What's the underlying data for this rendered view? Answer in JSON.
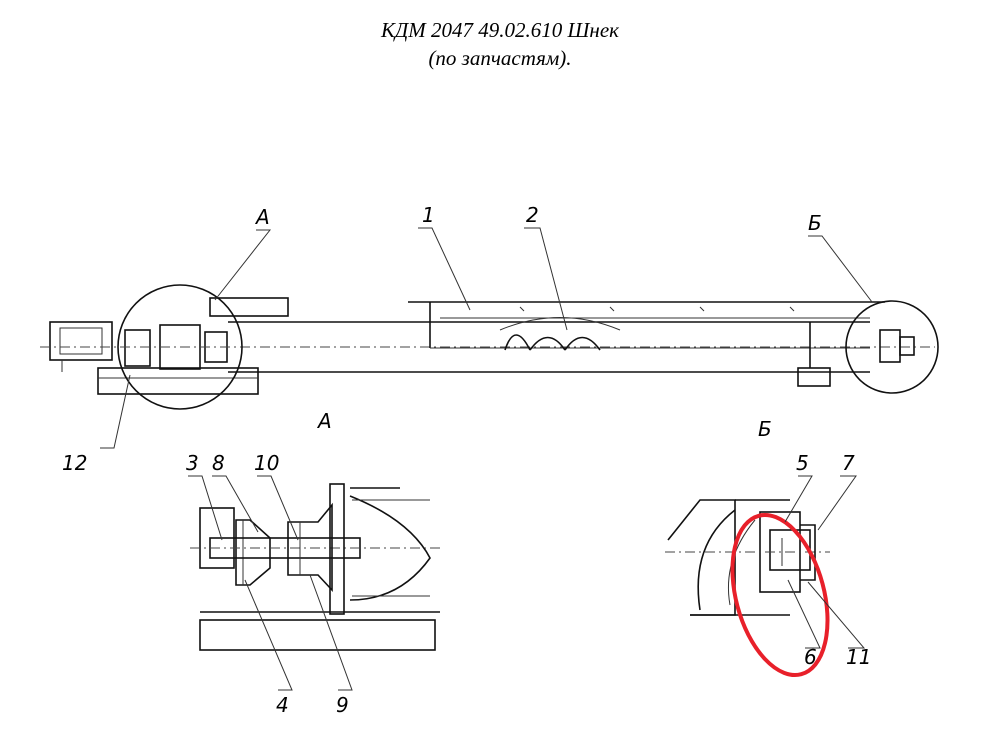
{
  "title": {
    "line1": "КДМ 2047 49.02.610 Шнек",
    "line2": "(по запчастям)."
  },
  "labels": {
    "detail_a_marker": "А",
    "detail_b_marker": "Б",
    "detail_a_caption": "А",
    "detail_b_caption": "Б",
    "p1": "1",
    "p2": "2",
    "p3": "3",
    "p4": "4",
    "p5": "5",
    "p6": "6",
    "p7": "7",
    "p8": "8",
    "p9": "9",
    "p10": "10",
    "p11": "11",
    "p12": "12"
  },
  "colors": {
    "highlight": "#e8202a",
    "line": "#111111"
  }
}
